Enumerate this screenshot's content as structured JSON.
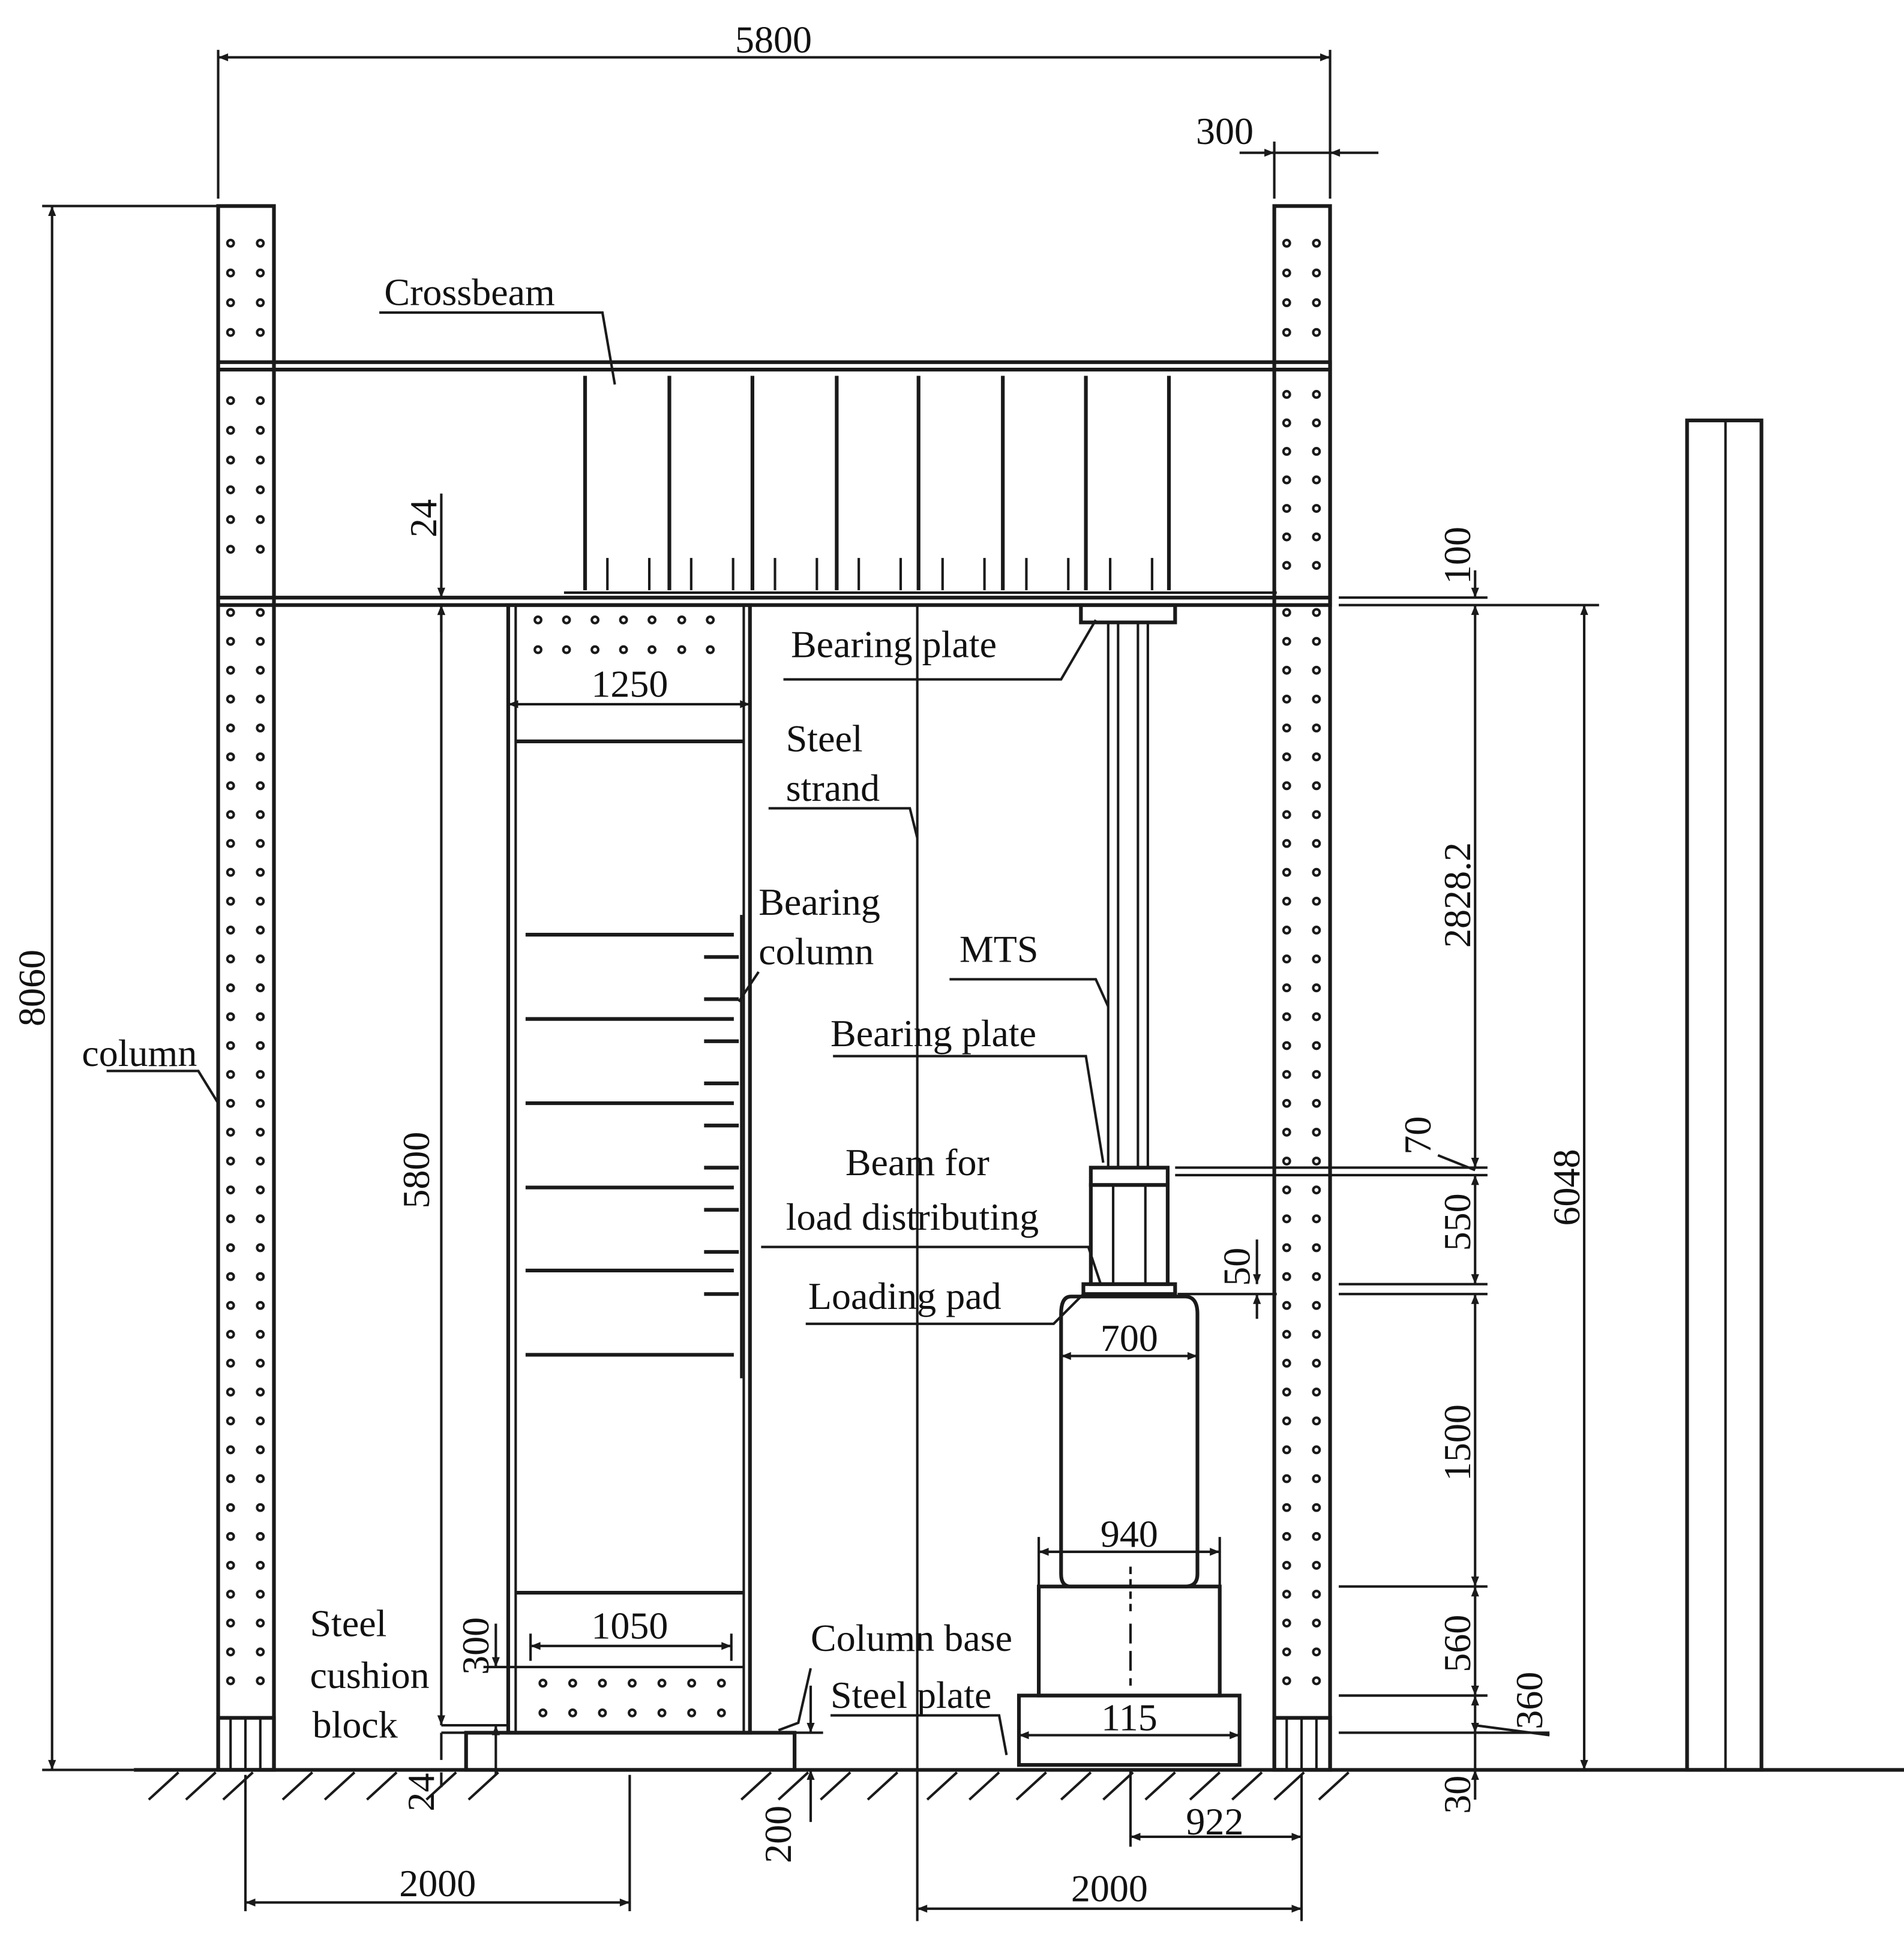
{
  "labels": {
    "crossbeam": "Crossbeam",
    "column": "column",
    "bearing_plate_top": "Bearing plate",
    "steel_strand_1": "Steel",
    "steel_strand_2": "strand",
    "bearing_column_1": "Bearing",
    "bearing_column_2": "column",
    "mts": "MTS",
    "bearing_plate_mid": "Bearing plate",
    "beam_load_1": "Beam for",
    "beam_load_2": "load distributing",
    "loading_pad": "Loading pad",
    "steel_cushion_1": "Steel",
    "steel_cushion_2": "cushion",
    "steel_cushion_3": "block",
    "column_base": "Column base",
    "steel_plate": "Steel plate"
  },
  "dimensions": {
    "overall_width": "5800",
    "column_width": "300",
    "overall_height": "8060",
    "plate_24_top": "24",
    "gap_100": "100",
    "bearing_column_top_width": "1250",
    "bearing_column_height": "5800",
    "stroke_2828": "2828.2",
    "right_total": "6048",
    "dim_70": "70",
    "dim_550": "550",
    "dim_50": "50",
    "pad_700": "700",
    "dim_1500": "1500",
    "base_940": "940",
    "dim_560": "560",
    "dim_360": "360",
    "dim_30": "30",
    "bottom_1050": "1050",
    "cushion_300": "300",
    "cushion_24": "24",
    "base_115": "115",
    "dim_200": "200",
    "dim_922": "922",
    "left_2000": "2000",
    "right_2000": "2000"
  }
}
